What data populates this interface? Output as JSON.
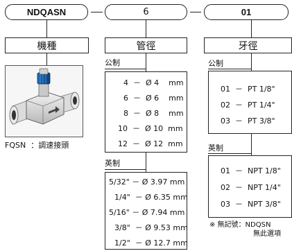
{
  "codes": {
    "model": "NDQASN",
    "size": "6",
    "thread": "01",
    "separator": "–"
  },
  "headers": {
    "model": "機種",
    "size": "管徑",
    "thread": "牙徑"
  },
  "product": {
    "image_icon": "flow-control-valve-photo",
    "caption": "FQSN  ：調速接頭"
  },
  "size_table": {
    "metric_label": "公制",
    "metric_rows": [
      "4  －  Ø 4    mm",
      "6  －  Ø 6    mm",
      "8  －  Ø 8    mm",
      "10  －  Ø 10  mm",
      "12  －  Ø 12  mm"
    ],
    "imperial_label": "英制",
    "imperial_rows": [
      "5/32\" － Ø 3.97 mm",
      "1/4\"  － Ø 6.35 mm",
      "5/16\" － Ø 7.94 mm",
      "3/8\"  － Ø 9.53 mm",
      "1/2\"  － Ø 12.7 mm"
    ]
  },
  "thread_table": {
    "metric_label": "公制",
    "metric_rows": [
      "01  －  PT 1/8\"",
      "02  －  PT 1/4\"",
      "03  －  PT 3/8\""
    ],
    "imperial_label": "英制",
    "imperial_rows": [
      "01  －  NPT 1/8\"",
      "02  －  NPT 1/4\"",
      "03  －  NPT 3/8\""
    ]
  },
  "note": {
    "line1": "※ 無記號：NDQSN",
    "line2": "無此選項"
  }
}
